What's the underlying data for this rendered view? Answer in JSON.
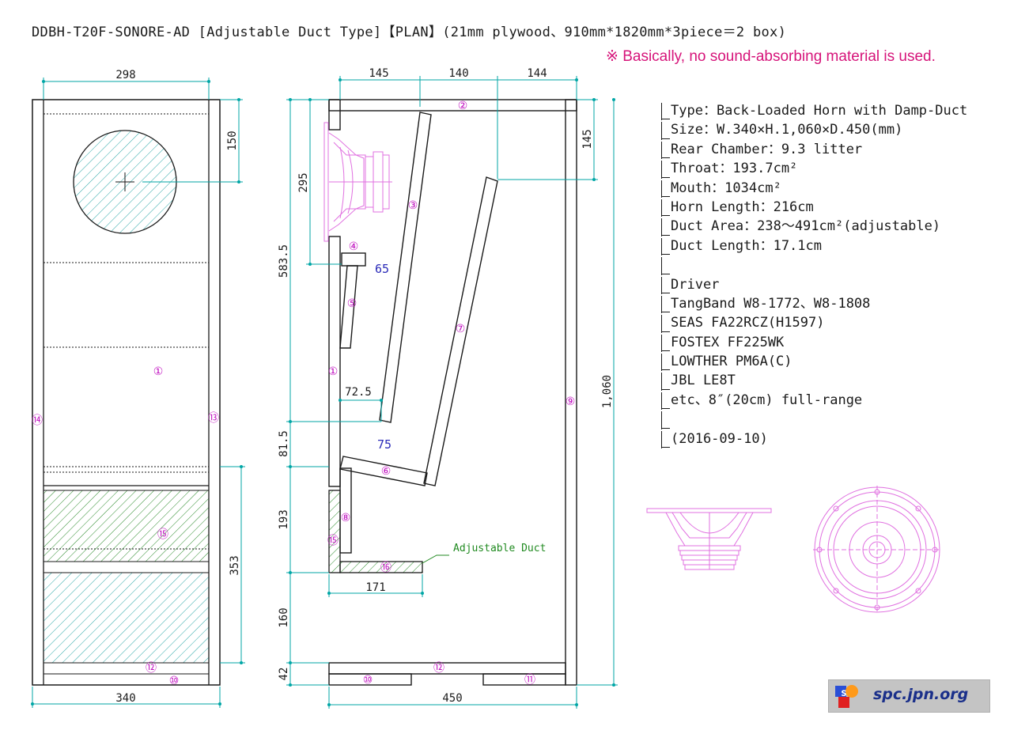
{
  "title": "DDBH-T20F-SONORE-AD [Adjustable Duct Type]【PLAN】(21mm plywood、910mm*1820mm*3piece＝2 box)",
  "notice": "※ Basically, no sound-absorbing material is used.",
  "specs": [
    "Type：Back-Loaded Horn with Damp-Duct",
    "Size：W.340×H.1,060×D.450(mm)",
    "Rear Chamber：9.3 litter",
    "Throat：193.7cm²",
    "Mouth：1034cm²",
    "Horn Length：216cm",
    "Duct Area：238～491cm²(adjustable)",
    "Duct Length：17.1cm",
    "",
    "Driver",
    "TangBand W8-1772、W8-1808",
    "SEAS FA22RCZ(H1597)",
    "FOSTEX FF225WK",
    "LOWTHER PM6A(C)",
    "JBL LE8T",
    "etc、8″(20cm) full-range",
    "",
    "(2016-09-10)"
  ],
  "front_view": {
    "dim_inner_width": "298",
    "dim_outer_width": "340",
    "dim_driver_center": "150",
    "dim_duct_zone": "353",
    "part_labels": [
      "①",
      "⑭",
      "⑬",
      "⑮",
      "⑫",
      "⑩"
    ]
  },
  "side_view": {
    "dim_top_left": "145",
    "dim_top_mid": "140",
    "dim_top_right": "144",
    "dim_right_145": "145",
    "dim_height": "1,060",
    "dim_depth": "450",
    "dim_295": "295",
    "dim_583": "583.5",
    "dim_81": "81.5",
    "dim_193": "193",
    "dim_160": "160",
    "dim_42": "42",
    "dim_171": "171",
    "dim_72": "72.5",
    "dim_65": "65",
    "dim_75": "75",
    "duct_label": "Adjustable Duct",
    "part_labels": [
      "②",
      "③",
      "④",
      "⑤",
      "⑦",
      "①",
      "⑨",
      "⑥",
      "⑧",
      "⑮",
      "⑯",
      "⑫",
      "⑩",
      "⑪"
    ]
  },
  "colors": {
    "cyan": "#00a6a6",
    "magenta": "#c010c0",
    "green": "#208a20",
    "blue": "#2a2ab8",
    "pink": "#e070e0",
    "notice": "#d6147a"
  },
  "logo": {
    "text": "spc.jpn.org"
  }
}
